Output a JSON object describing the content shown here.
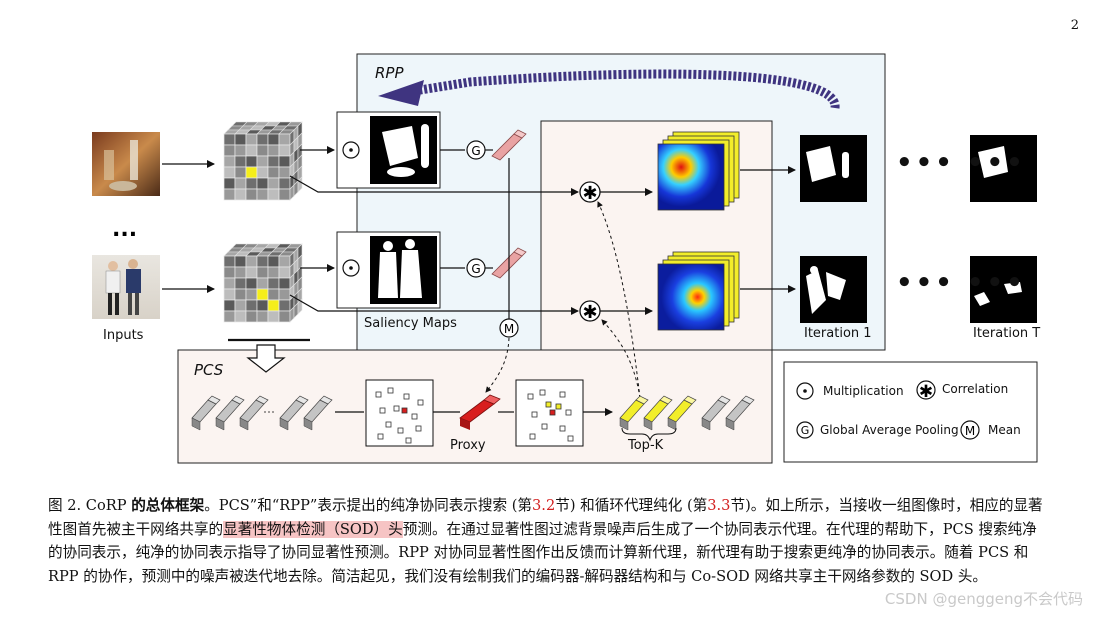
{
  "page_number": "2",
  "labels": {
    "rpp": "RPP",
    "pcs": "PCS",
    "inputs": "Inputs",
    "saliency_maps": "Saliency Maps",
    "iteration_1": "Iteration 1",
    "iteration_t": "Iteration T",
    "proxy": "Proxy",
    "top_k": "Top-K",
    "ellipsis_left": "...",
    "dots_row1": "••• •••",
    "dots_row2": "••• •••",
    "g": "G",
    "m": "M"
  },
  "legend": {
    "multiplication": "Multiplication",
    "correlation": "Correlation",
    "gap": "Global Average Pooling",
    "mean": "Mean"
  },
  "icons": [
    "multiplication-icon",
    "correlation-icon",
    "gap-icon",
    "mean-icon"
  ],
  "colors": {
    "rpp_bg": "#eef6fa",
    "pcs_bg": "#fbf4f1",
    "arrow_purple": "#3f3480",
    "proxy_red": "#d81e1e",
    "topk_yellow": "#f2ee2a",
    "feature_pink": "#e9a3a3",
    "highlight": "#f6c4c4",
    "ref_red": "#d32020"
  },
  "caption": {
    "fig_label": "图 2. CoRP ",
    "title_bold": "的总体框架",
    "s1": "。PCS”和“RPP”表示提出的纯净协同表示搜索 (第",
    "ref1": "3.2",
    "s2": "节) 和循环代理纯化 (第",
    "ref2": "3.3",
    "s3": "节)。如上所示，当接收一组图像时，相应的显著性图首先被主干网络共享的",
    "highlight": "显著性物体检测（SOD）头",
    "s4": "预测。在通过显著性图过滤背景噪声后生成了一个协同表示代理。在代理的帮助下，PCS 搜索纯净的协同表示，纯净的协同表示指导了协同显著性预测。RPP 对协同显著性图作出反馈而计算新代理，新代理有助于搜索更纯净的协同表示。随着 PCS 和 RPP 的协作，预测中的噪声被迭代地去除。简洁起见，我们没有绘制我们的编码器-解码器结构和与 Co-SOD 网络共享主干网络参数的 SOD 头。"
  },
  "watermark": "CSDN @genggeng不会代码"
}
